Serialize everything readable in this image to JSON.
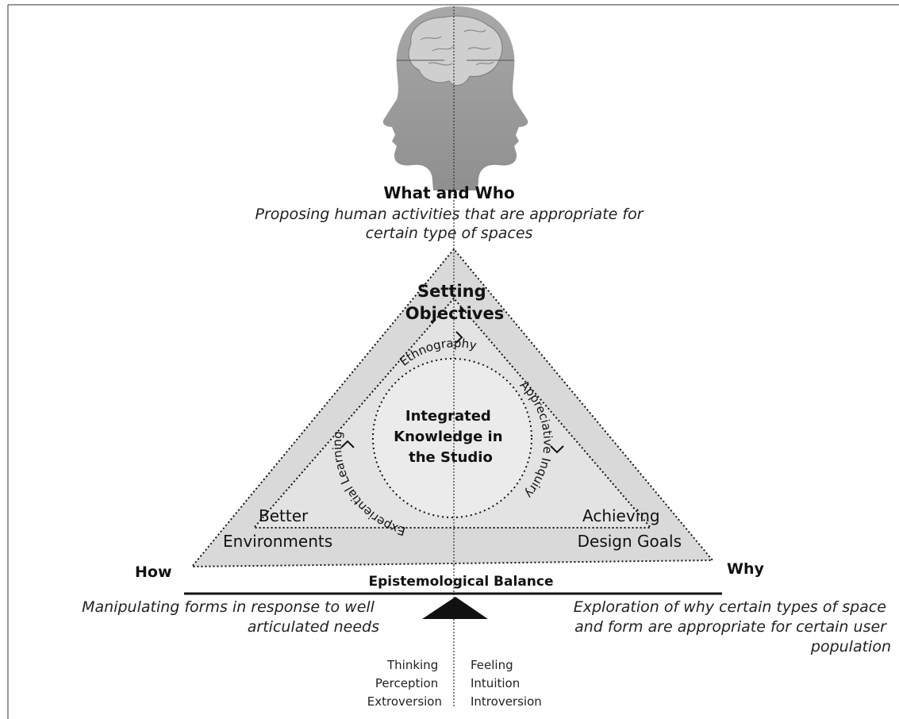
{
  "top": {
    "title": "What and Who",
    "subtitle_lines": [
      "Proposing human activities that are appropriate for",
      "certain type of spaces"
    ]
  },
  "apex_label_lines": [
    "Setting",
    "Objectives"
  ],
  "left_corner_label_lines": [
    "Better",
    "Environments"
  ],
  "right_corner_label_lines": [
    "Achieving",
    "Design Goals"
  ],
  "center_label_lines": [
    "Integrated",
    "Knowledge in",
    "the Studio"
  ],
  "circle_methods": {
    "top": "Ethnography",
    "right": "Appreciative Inquiry",
    "left": "Experiential Learning"
  },
  "how_label": "How",
  "why_label": "Why",
  "balance_label": "Epistemological Balance",
  "how_description_lines": [
    "Manipulating forms in response to well",
    "articulated needs"
  ],
  "why_description_lines": [
    "Exploration of why certain types of space",
    "and form are appropriate for certain user",
    "population"
  ],
  "left_traits": [
    "Thinking",
    "Perception",
    "Extroversion"
  ],
  "right_traits": [
    "Feeling",
    "Intuition",
    "Introversion"
  ],
  "head_image": "head-brain-profile-icon",
  "colors": {
    "triangle_fill": "#d9d9d9",
    "circle_fill": "#ebebeb",
    "line": "#111111"
  }
}
